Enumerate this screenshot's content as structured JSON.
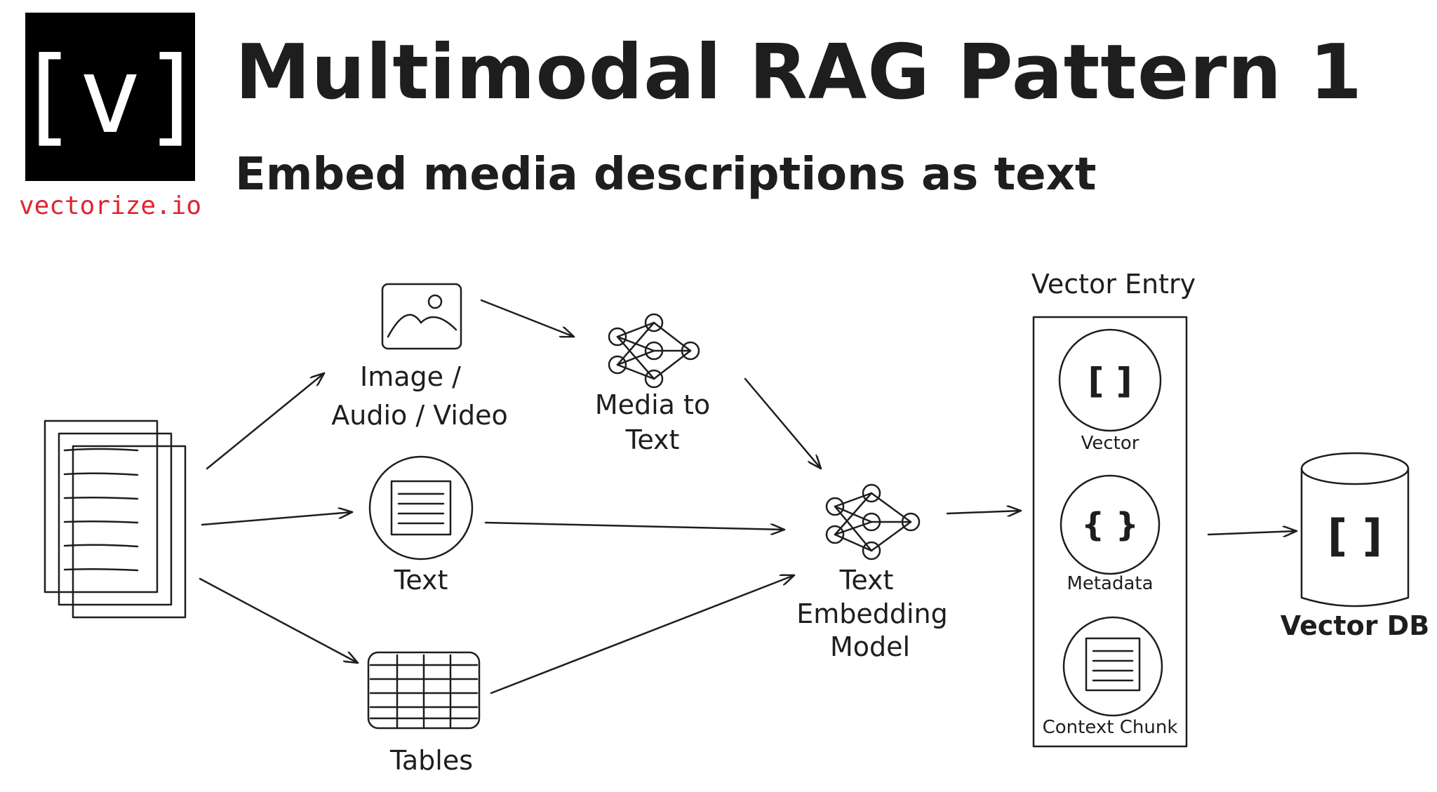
{
  "brand": {
    "logo_glyph": "[v]",
    "url": "vectorize.io",
    "colors": {
      "logo_bg": "#000000",
      "url_text": "#e0242f"
    }
  },
  "header": {
    "title": "Multimodal RAG Pattern 1",
    "subtitle": "Embed media descriptions as text"
  },
  "nodes": {
    "image_media": {
      "label_line1": "Image /",
      "label_line2": "Audio / Video",
      "color": "#fbe790"
    },
    "text_input": {
      "label": "Text",
      "color": "#a5d8ff"
    },
    "tables": {
      "label": "Tables",
      "color": "#ffc9c9"
    },
    "media_to_text": {
      "label_line1": "Media to",
      "label_line2": "Text",
      "color": "#d0bfff"
    },
    "text_embedding_model": {
      "label_line1": "Text",
      "label_line2": "Embedding",
      "label_line3": "Model",
      "color": "#d0bfff"
    },
    "vector_entry": {
      "title": "Vector Entry",
      "panel_color": "#e9ecef",
      "items": [
        {
          "label": "Vector",
          "glyph": "[ ]",
          "color": "#99e9f2"
        },
        {
          "label": "Metadata",
          "glyph": "{ }",
          "color": "#ffd8a8"
        },
        {
          "label": "Context Chunk",
          "glyph": "",
          "color": "#b2f2bb"
        }
      ]
    },
    "vector_db": {
      "label": "Vector DB",
      "glyph": "[ ]",
      "color": "#ced4da"
    }
  },
  "icons": {
    "documents": "documents-stack-icon",
    "image": "image-icon",
    "text": "text-document-icon",
    "table": "table-icon",
    "neural_net": "neural-network-icon",
    "database": "database-cylinder-icon"
  }
}
